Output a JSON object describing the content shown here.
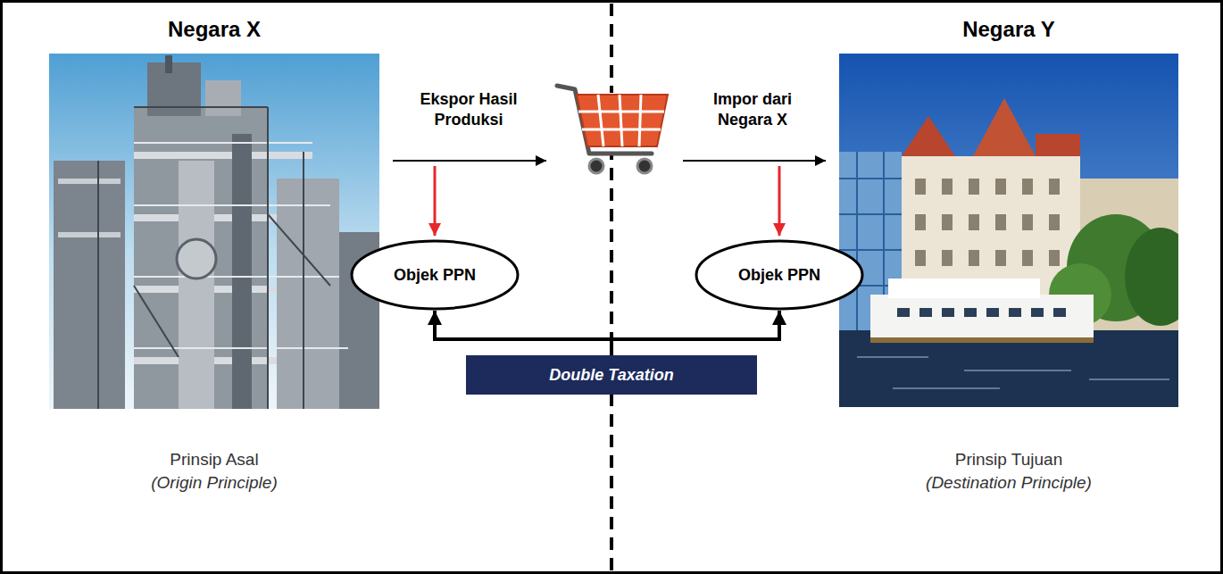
{
  "diagram": {
    "nodes": [
      {
        "text": [
          "Negara X",
          "Prinsip Asal",
          "(Origin Principle)"
        ]
      },
      {
        "text": [
          "Negara Y",
          "Prinsip Tujuan",
          "(Destination Principle)"
        ]
      },
      {
        "text": [
          "Objek PPN"
        ]
      },
      {
        "text": [
          "Objek PPN"
        ]
      },
      {
        "text": [
          "Double Taxation"
        ]
      }
    ],
    "edges": [
      {
        "from": 4,
        "to": 2,
        "arrow": "to"
      },
      {
        "from": 4,
        "to": 3,
        "arrow": "to"
      }
    ],
    "labels": [
      "Ekspor Hasil Produksi",
      "Impor dari Negara X"
    ]
  }
}
